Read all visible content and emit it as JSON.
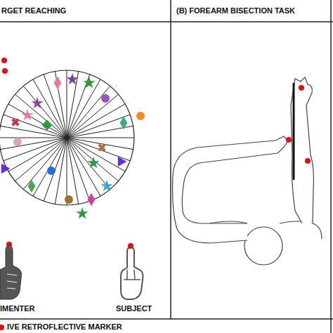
{
  "diagram": {
    "nodes": [
      {
        "text": [
          "RGET REACHING"
        ]
      },
      {
        "text": [
          "(B) FOREARM BISECTION TASK"
        ]
      }
    ],
    "labels": [
      "IMENTER",
      "SUBJECT",
      "IVE RETROFLECTIVE MARKER"
    ]
  }
}
